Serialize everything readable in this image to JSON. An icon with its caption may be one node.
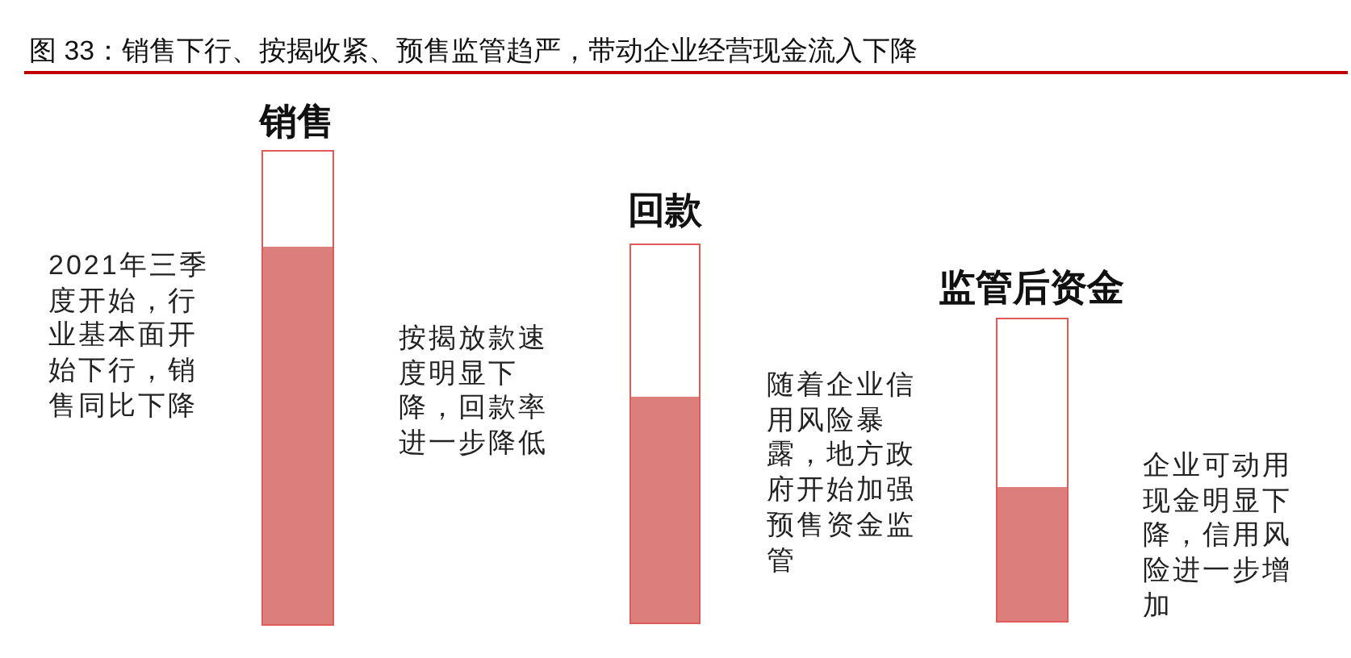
{
  "diagram": {
    "title": "图 33：销售下行、按揭收紧、预售监管趋严，带动企业经营现金流入下降",
    "nodes": [
      {
        "text": [
          "销售"
        ]
      },
      {
        "text": [
          "回款"
        ]
      },
      {
        "text": [
          "监管后资金"
        ]
      }
    ],
    "labels": [
      "2021年三季度开始，行业基本面开始下行，销售同比下降",
      "按揭放款速度明显下降，回款率进一步降低",
      "随着企业信用风险暴露，地方政府开始加强预售资金监管",
      "企业可动用现金明显下降，信用风险进一步增加"
    ]
  }
}
